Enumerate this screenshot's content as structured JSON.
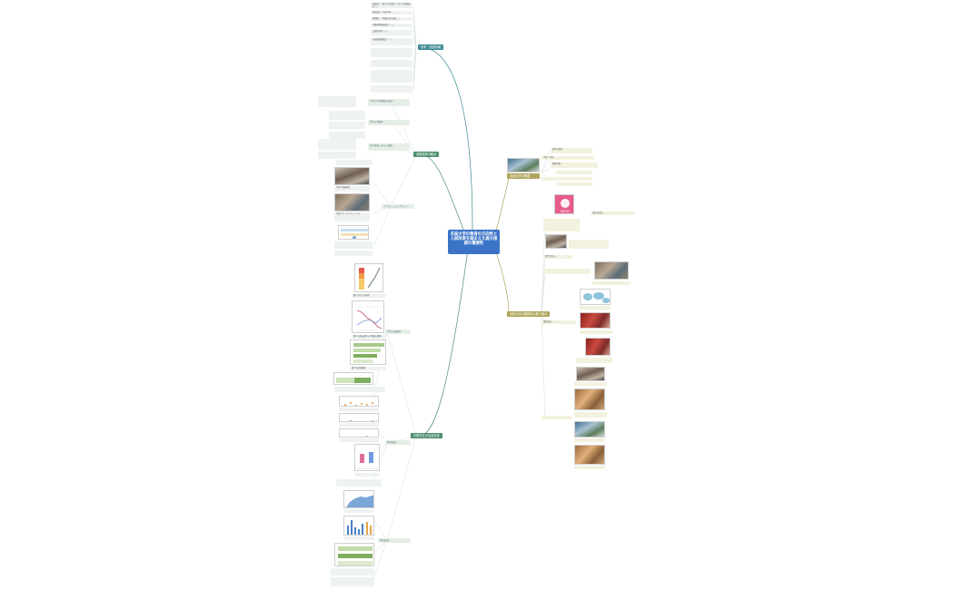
{
  "central": {
    "title": "名桜大学の教育の方向性と入試改革を踏まえた高大接続の重要性"
  },
  "branches": {
    "b1": {
      "label": "参考・関連情報",
      "children": [
        "新城祐介・東京大学出版「大学入学者選抜の…」",
        "嶋田茂夫・平成26年…",
        "城間隆一「沖縄の高大接続…」",
        "沖縄県教育委員会「…」",
        "文部科学省「…」",
        "中央教育審議会「…」",
        "…",
        "…"
      ]
    },
    "b2": {
      "label": "進路選択の観点",
      "children": [
        "大学入学者選抜の改革…",
        "学力の3要素…",
        "高大接続システム改革…",
        "アドミッションポリシー…"
      ]
    },
    "b3": {
      "label": "在籍学生の出身高校",
      "children": [
        "学生の出身地…",
        "県内高校…",
        "県外高校…"
      ]
    },
    "b4": {
      "label": "名桜大学の概要",
      "children": [
        "建学の理念…",
        "学部・学科…",
        "教育目標…"
      ]
    },
    "b5": {
      "label": "名桜大学の国際化の取り組み",
      "children": [
        "海外協定校…",
        "留学生受入…",
        "国際交流…"
      ]
    }
  },
  "figures": {
    "b3_fig1": "図1 学生の出身地",
    "b3_fig2": "図2 出身高校別入学者数の推移",
    "b3_fig3": "図3 年度別推移",
    "b2_fig1": "写真1 講義風景",
    "b2_fig2": "写真2 オープンキャンパス"
  }
}
